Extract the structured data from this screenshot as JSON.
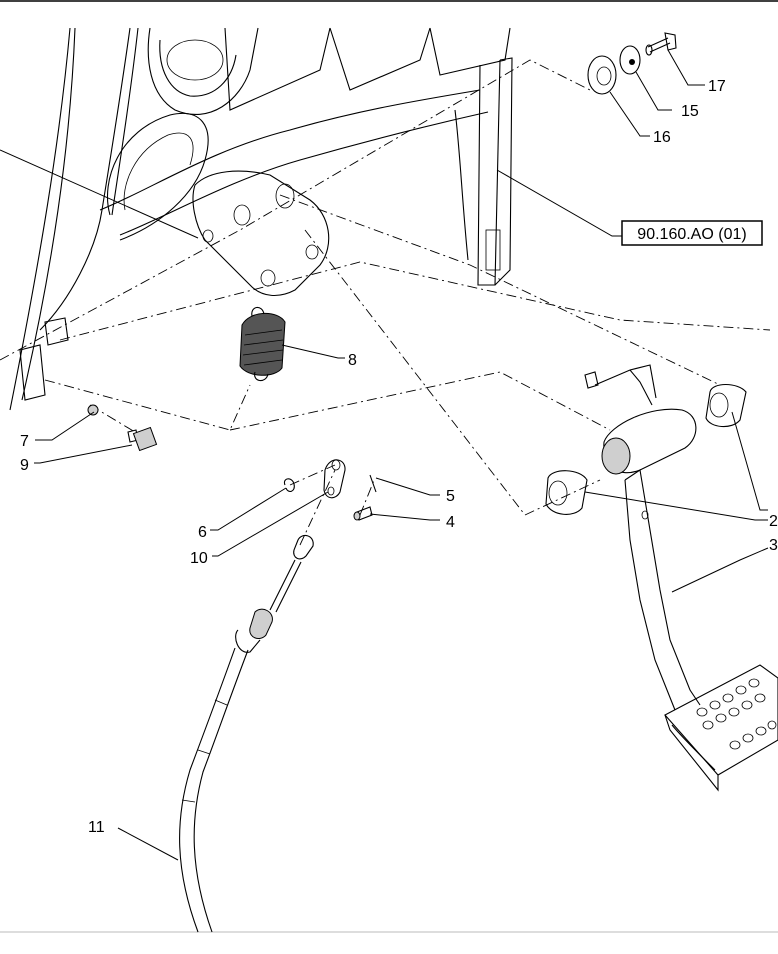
{
  "diagram": {
    "reference_box": "90.160.AO (01)",
    "callouts": [
      {
        "id": "c17",
        "text": "17"
      },
      {
        "id": "c15",
        "text": "15"
      },
      {
        "id": "c16",
        "text": "16"
      },
      {
        "id": "c8",
        "text": "8"
      },
      {
        "id": "c7",
        "text": "7"
      },
      {
        "id": "c9",
        "text": "9"
      },
      {
        "id": "c5",
        "text": "5"
      },
      {
        "id": "c4",
        "text": "4"
      },
      {
        "id": "c6",
        "text": "6"
      },
      {
        "id": "c10",
        "text": "10"
      },
      {
        "id": "c2",
        "text": "2"
      },
      {
        "id": "c3",
        "text": "3"
      },
      {
        "id": "c11",
        "text": "11"
      }
    ]
  }
}
